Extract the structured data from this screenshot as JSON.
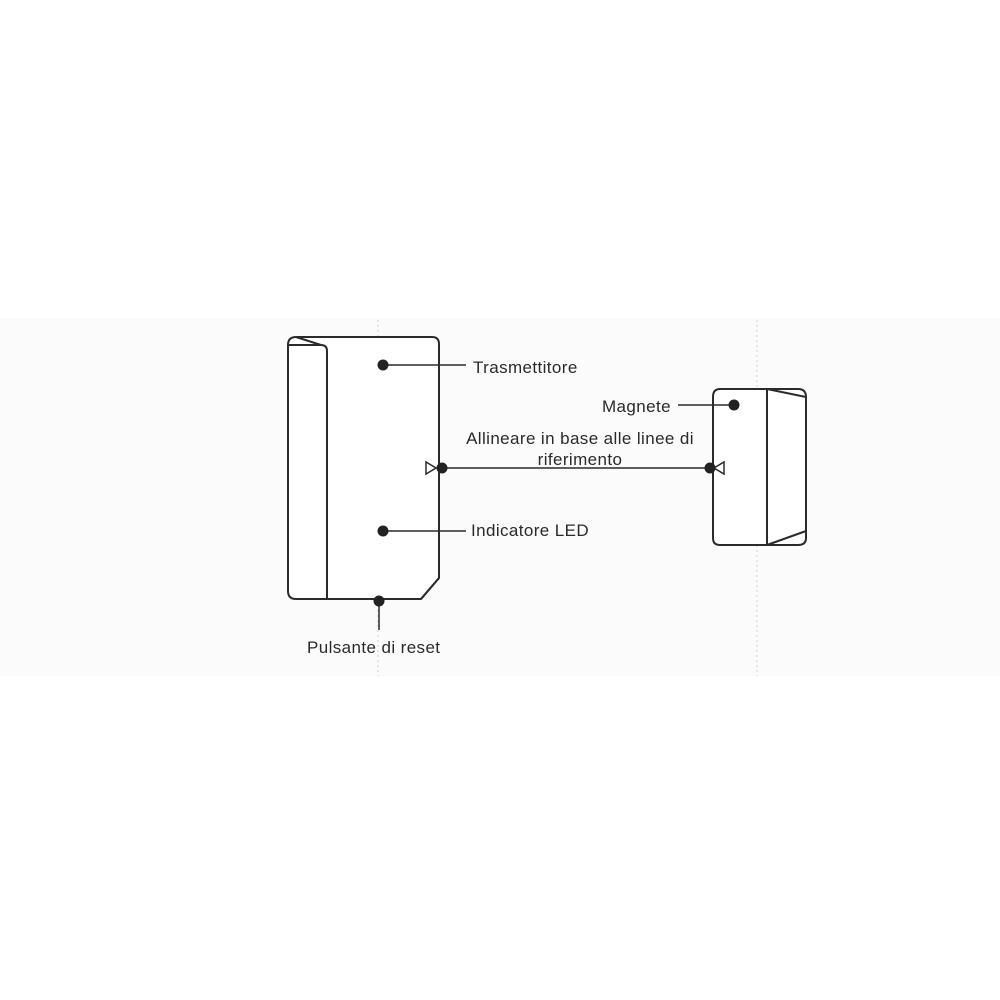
{
  "labels": {
    "transmitter": "Trasmettitore",
    "magnet": "Magnete",
    "align_line1": "Allineare in base alle linee di",
    "align_line2": "riferimento",
    "led": "Indicatore LED",
    "reset": "Pulsante di reset"
  },
  "colors": {
    "line": "#2b2b2b",
    "dot": "#222222",
    "band": "#fbfbfb",
    "reference_line": "#c8c8c8"
  }
}
